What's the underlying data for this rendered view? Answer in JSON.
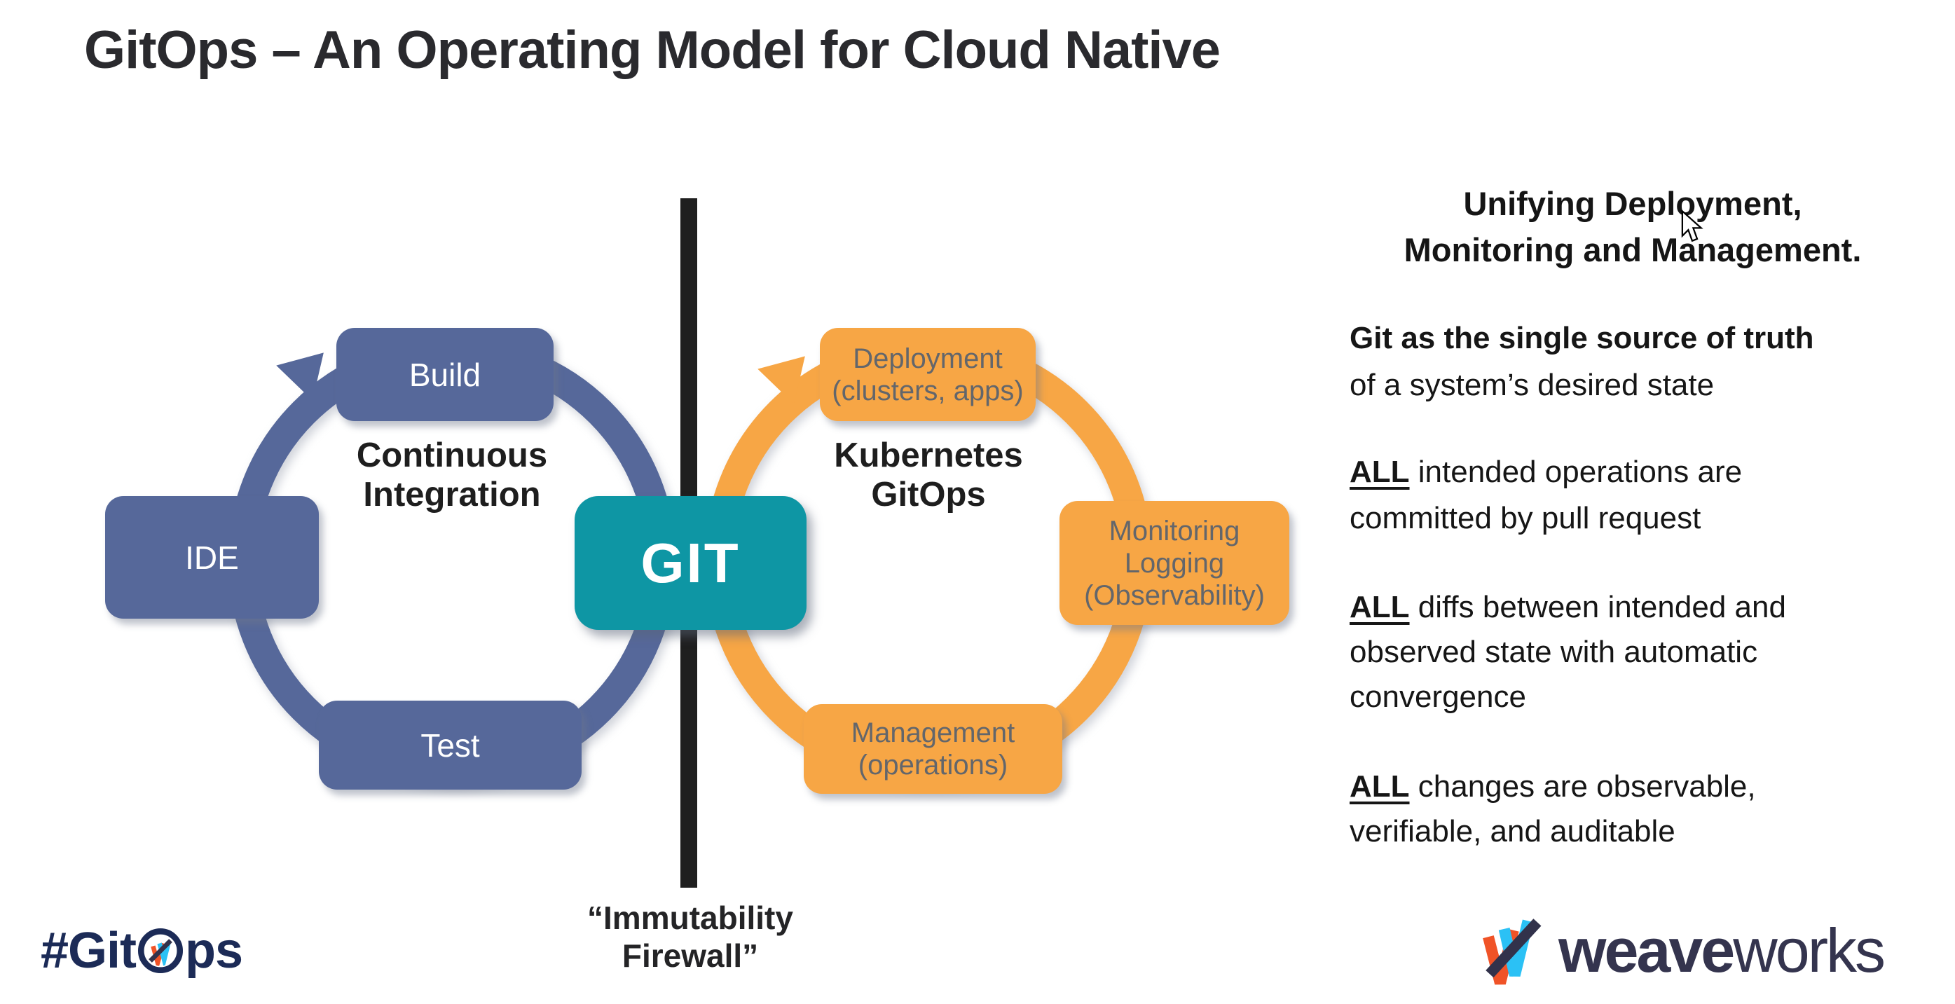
{
  "title": "GitOps – An Operating Model for Cloud Native",
  "left_cycle": {
    "caption": {
      "line1": "Continuous",
      "line2": "Integration"
    },
    "build": "Build",
    "ide": "IDE",
    "test": "Test"
  },
  "git": "GIT",
  "right_cycle": {
    "caption": {
      "line1": "Kubernetes",
      "line2": "GitOps"
    },
    "deployment": {
      "line1": "Deployment",
      "line2": "(clusters, apps)"
    },
    "monitoring": {
      "line1": "Monitoring",
      "line2": "Logging",
      "line3": "(Observability)"
    },
    "management": {
      "line1": "Management",
      "line2": "(operations)"
    }
  },
  "firewall": {
    "line1": "“Immutability",
    "line2": "Firewall”"
  },
  "sidebar": {
    "heading": {
      "line1": "Unifying Deployment,",
      "line2": "Monitoring and Management."
    },
    "p1": {
      "bold": "Git as the single source of truth",
      "line2": "of a system’s desired state"
    },
    "p2": {
      "all": "ALL",
      "line1": " intended operations are",
      "line2": "committed by pull request"
    },
    "p3": {
      "all": "ALL",
      "line1": " diffs between intended and",
      "line2": "observed state with automatic",
      "line3": "convergence"
    },
    "p4": {
      "all": "ALL",
      "line1": " changes are observable,",
      "line2": "verifiable, and auditable"
    }
  },
  "footer": {
    "gitops": {
      "prefix": "#Git",
      "suffix": "ps"
    },
    "weaveworks": {
      "bold": "weave",
      "light": "works"
    }
  },
  "colors": {
    "ci_blue": "#56689A",
    "gitops_orange": "#F7A645",
    "git_teal": "#0E96A4",
    "firewall_bar": "#1F1F1F",
    "node_text_gray": "#63666B",
    "gitops_logo_navy": "#1C2B57",
    "weaveworks_text": "#34344E",
    "weave_orange": "#F05327",
    "weave_cyan": "#2BC1F5",
    "weave_navy": "#32324B"
  }
}
